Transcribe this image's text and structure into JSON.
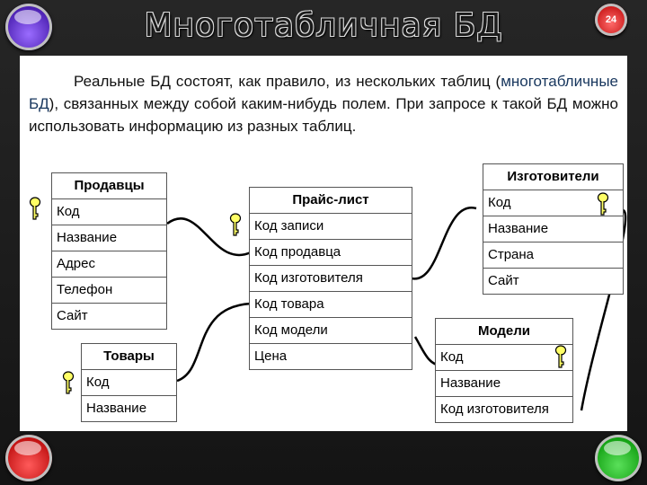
{
  "header": {
    "title": "Многотабличная БД",
    "page_number": "24"
  },
  "intro": {
    "part1": "Реальные БД состоят, как правило, из нескольких таблиц (",
    "highlight": "многотабличные БД",
    "part2": "), связанных между собой каким-нибудь полем. При запросе к такой БД можно использовать информацию из разных таблиц."
  },
  "tables": {
    "sellers": {
      "title": "Продавцы",
      "fields": [
        "Код",
        "Название",
        "Адрес",
        "Телефон",
        "Сайт"
      ]
    },
    "goods": {
      "title": "Товары",
      "fields": [
        "Код",
        "Название"
      ]
    },
    "price": {
      "title": "Прайс-лист",
      "fields": [
        "Код записи",
        "Код продавца",
        "Код изготовителя",
        "Код товара",
        "Код модели",
        "Цена"
      ]
    },
    "makers": {
      "title": "Изготовители",
      "fields": [
        "Код",
        "Название",
        "Страна",
        "Сайт"
      ]
    },
    "models": {
      "title": "Модели",
      "fields": [
        "Код",
        "Название",
        "Код изготовителя"
      ]
    }
  },
  "colors": {
    "key_fill": "#ffff66",
    "title_text": "#1b1b1b",
    "highlight_text": "#17365d"
  },
  "icons": {
    "key": "key-icon"
  }
}
